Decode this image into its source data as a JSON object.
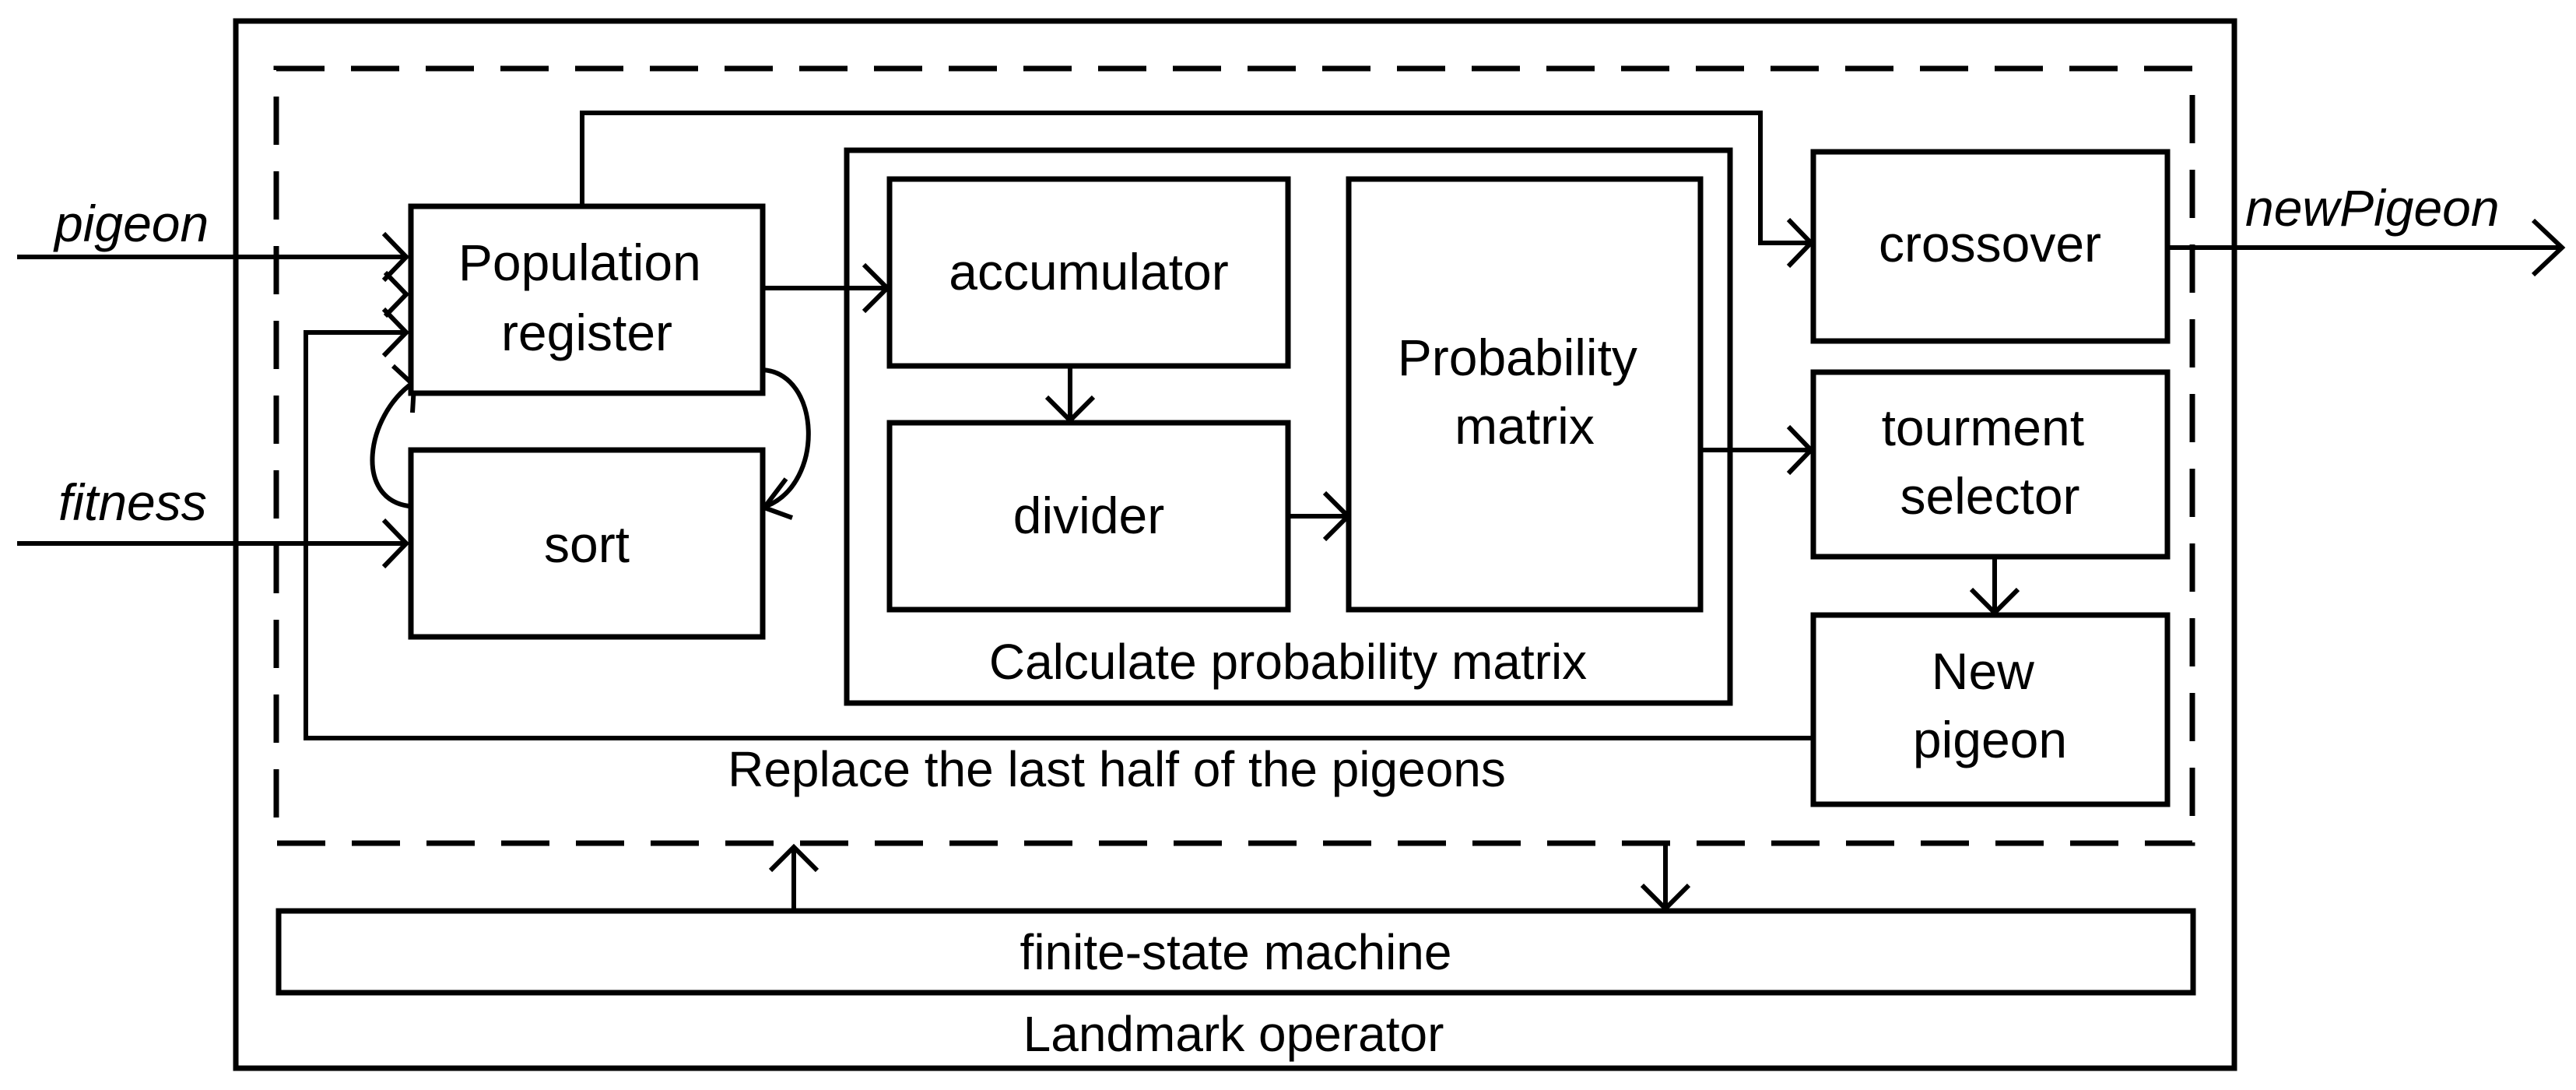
{
  "inputs": {
    "pigeon": "pigeon",
    "fitness": "fitness"
  },
  "output": {
    "new_pigeon": "newPigeon"
  },
  "blocks": {
    "population_register": [
      "Population",
      "register"
    ],
    "sort": "sort",
    "accumulator": "accumulator",
    "divider": "divider",
    "probability_matrix": [
      "Probability",
      "matrix"
    ],
    "crossover": "crossover",
    "tourment_selector": [
      "tourment",
      "selector"
    ],
    "new_pigeon": [
      "New",
      "pigeon"
    ],
    "finite_state_machine": "finite-state machine"
  },
  "groups": {
    "calculate_probability_matrix": "Calculate probability matrix",
    "replace_last_half": "Replace the last half of the pigeons",
    "landmark_operator": "Landmark operator"
  }
}
